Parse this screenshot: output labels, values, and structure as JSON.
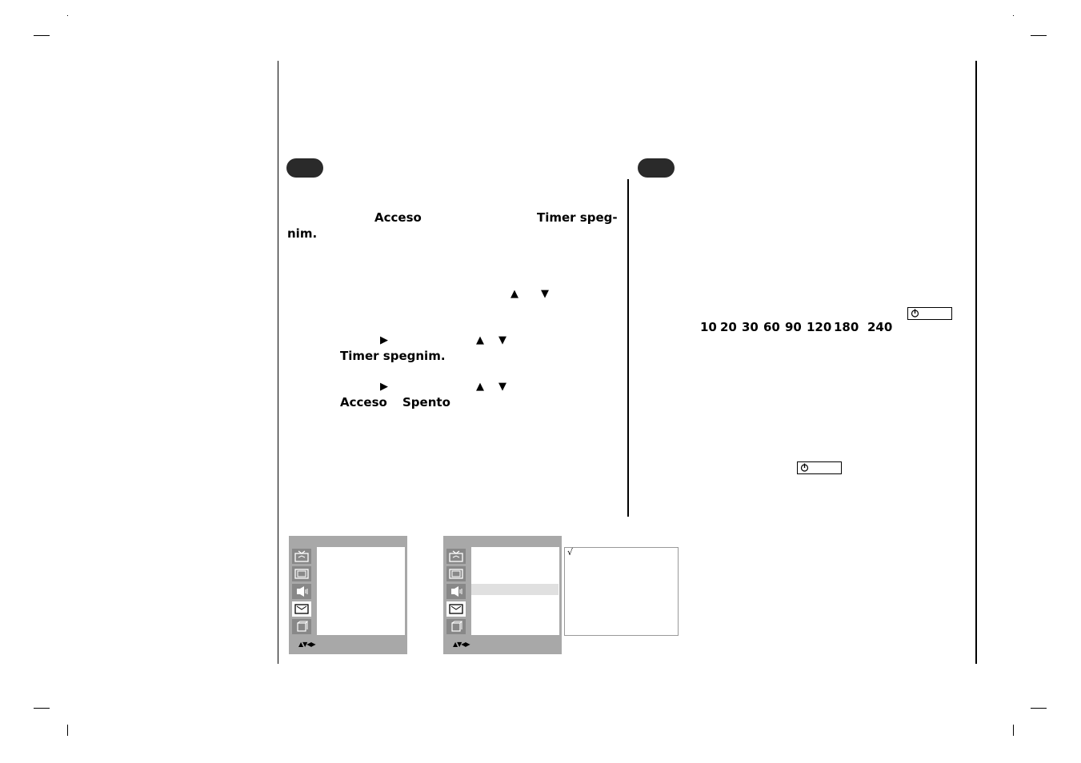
{
  "text": {
    "acceso": "Acceso",
    "timer_speg": "Timer speg-",
    "nim": "nim.",
    "timer_spegnim": "Timer spegnim.",
    "acceso2": "Acceso",
    "spento": "Spento"
  },
  "glyphs": {
    "up": "▲",
    "down": "▼",
    "right": "▶"
  },
  "sleep_times": [
    "10",
    "20",
    "30",
    "60",
    "90",
    "120",
    "180",
    "240"
  ],
  "osd": {
    "nav_hint": "▲▼◀▶",
    "check": "√"
  }
}
